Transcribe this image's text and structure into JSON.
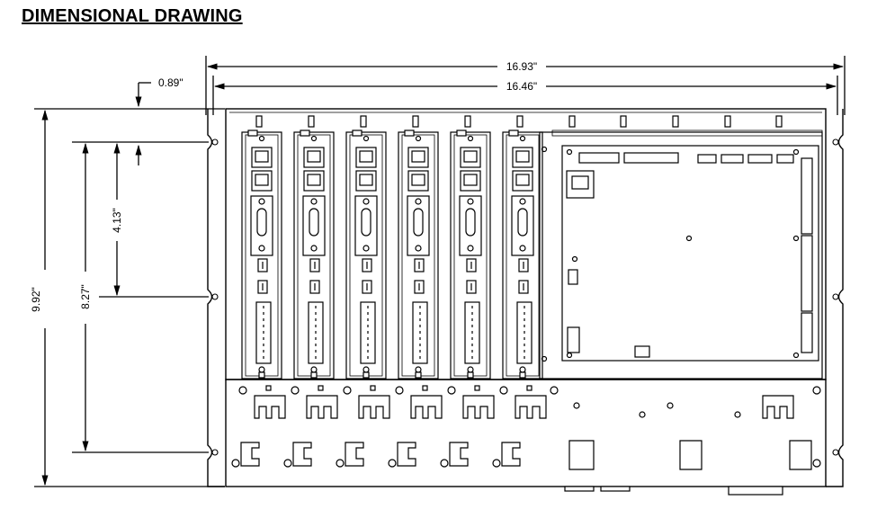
{
  "title": "DIMENSIONAL DRAWING",
  "dimensions": {
    "overall_width": "16.93\"",
    "inner_width": "16.46\"",
    "top_offset": "0.89\"",
    "overall_height": "9.92\"",
    "mounting_span": "8.27\"",
    "mid_span": "4.13\""
  },
  "assembly": {
    "drive_modules": 6,
    "controller_board": 1,
    "top_slots": 11
  }
}
